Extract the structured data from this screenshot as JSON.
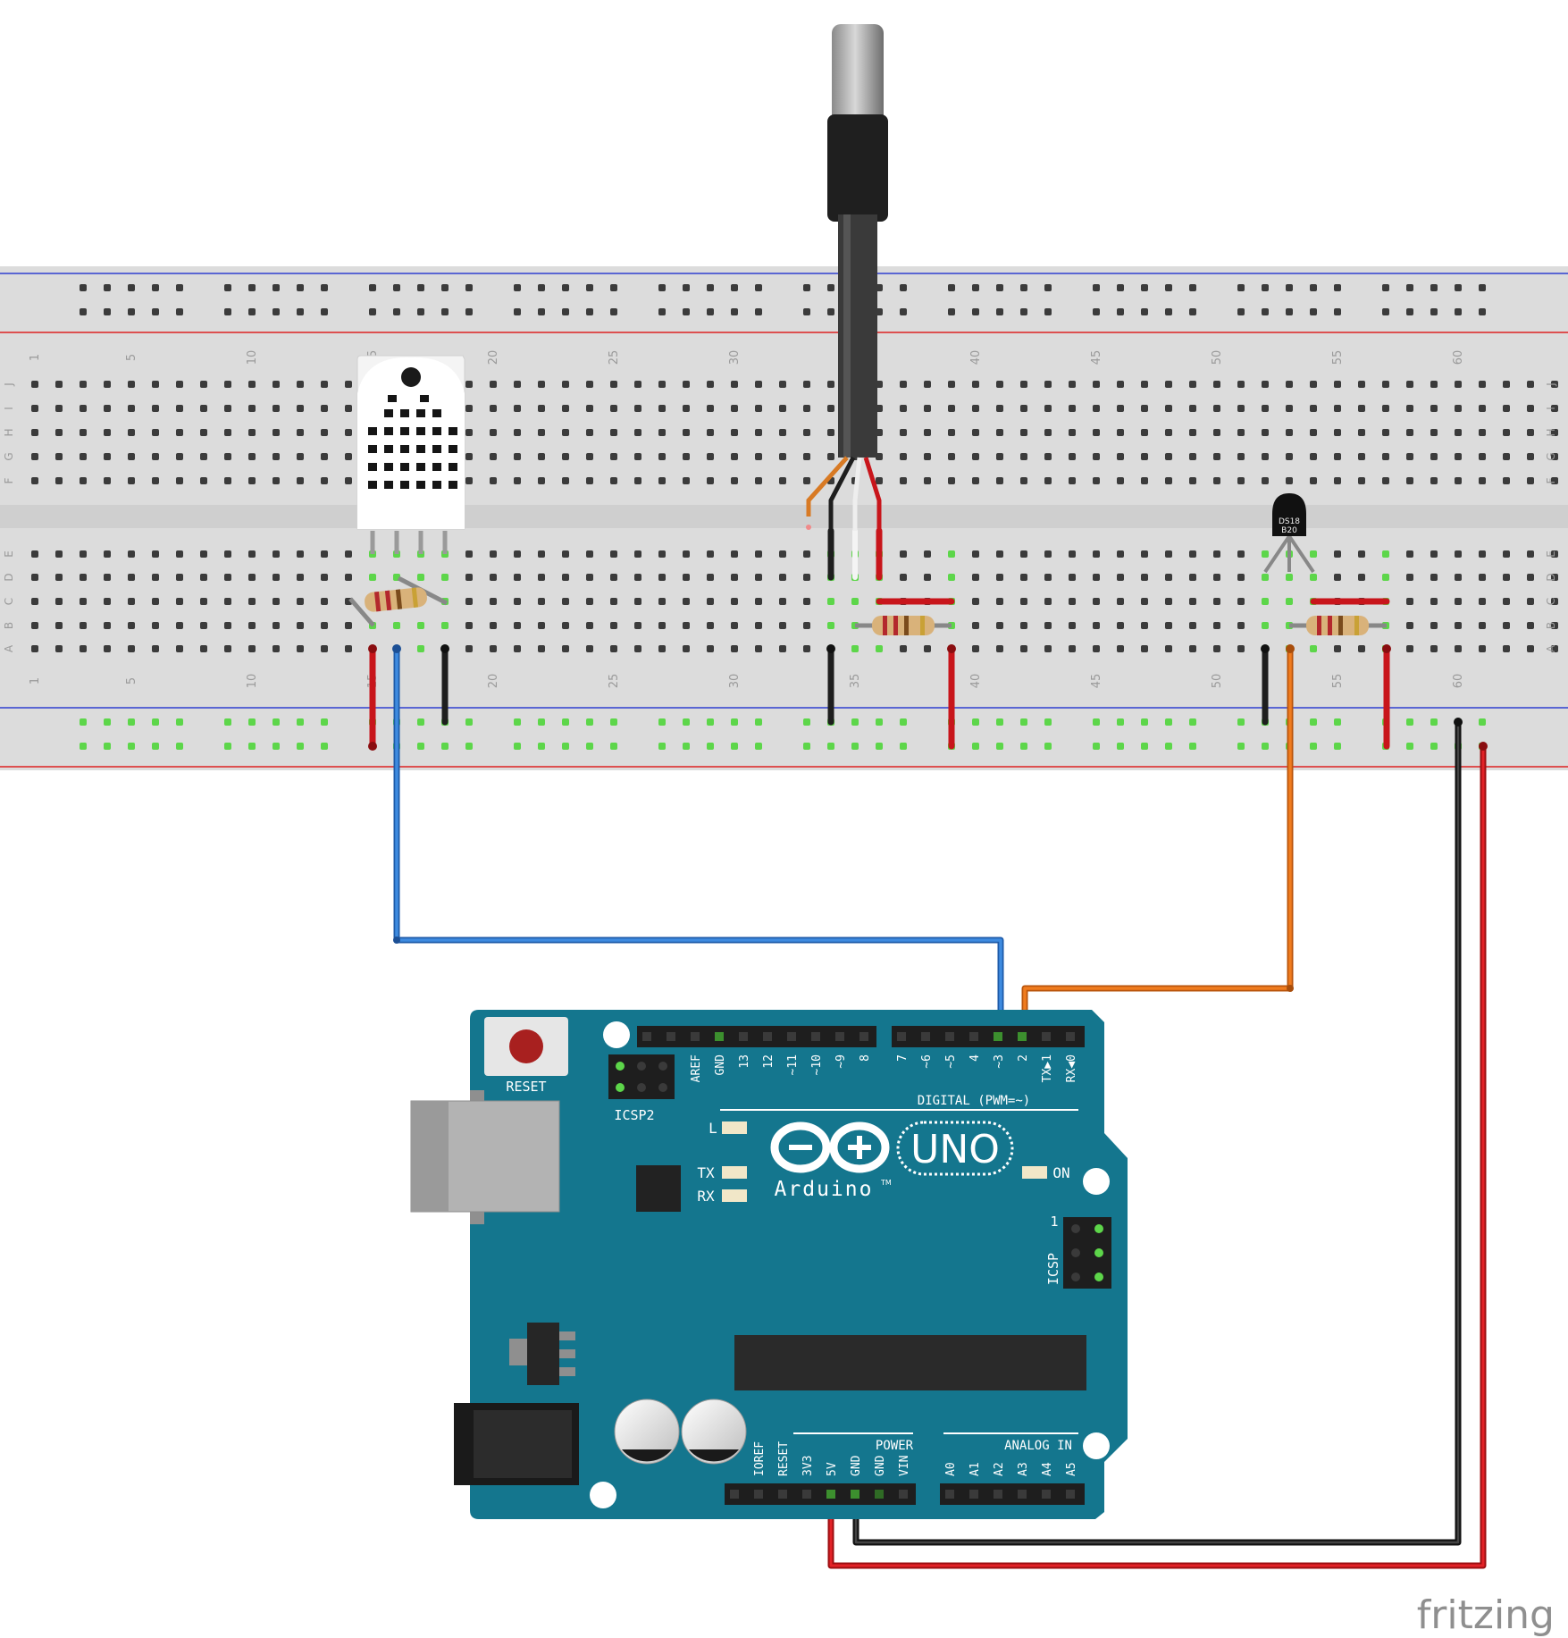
{
  "breadboard": {
    "column_numbers": [
      "1",
      "5",
      "10",
      "15",
      "20",
      "25",
      "30",
      "35",
      "40",
      "45",
      "50",
      "55",
      "60"
    ],
    "row_letters_top": [
      "J",
      "I",
      "H",
      "G",
      "F"
    ],
    "row_letters_bottom": [
      "E",
      "D",
      "C",
      "B",
      "A"
    ]
  },
  "components": {
    "ds18b20_label": [
      "DS18",
      "B20"
    ]
  },
  "arduino": {
    "reset_label": "RESET",
    "icsp2_label": "ICSP2",
    "icsp_label": "ICSP",
    "icsp_pin1": "1",
    "digital_label": "DIGITAL (PWM=~)",
    "digital_pins": [
      "AREF",
      "GND",
      "13",
      "12",
      "~11",
      "~10",
      "~9",
      "8",
      "7",
      "~6",
      "~5",
      "4",
      "~3",
      "2",
      "TX▶1",
      "RX◀0"
    ],
    "power_label": "POWER",
    "power_pins": [
      "IOREF",
      "RESET",
      "3V3",
      "5V",
      "GND",
      "GND",
      "VIN"
    ],
    "analog_label": "ANALOG IN",
    "analog_pins": [
      "A0",
      "A1",
      "A2",
      "A3",
      "A4",
      "A5"
    ],
    "led_l": "L",
    "led_tx": "TX",
    "led_rx": "RX",
    "led_on": "ON",
    "brand": "Arduino",
    "tm": "TM",
    "model": "UNO"
  },
  "watermark": "fritzing",
  "colors": {
    "board": "#14768e",
    "breadboard": "#dcdcdc",
    "wire_red": "#c8151b",
    "wire_black": "#1e1e1e",
    "wire_blue": "#2f77c9",
    "wire_orange": "#e06e13",
    "pin_green": "#5dd64a"
  }
}
